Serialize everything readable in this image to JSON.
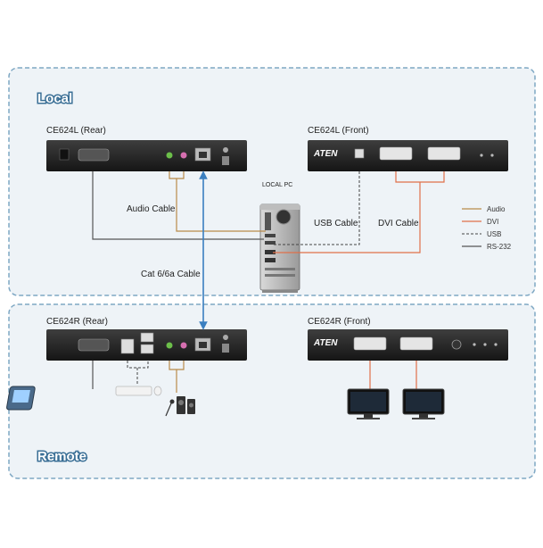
{
  "zones": {
    "local": "Local",
    "remote": "Remote"
  },
  "devices": {
    "local_rear": "CE624L (Rear)",
    "local_front": "CE624L (Front)",
    "remote_rear": "CE624R (Rear)",
    "remote_front": "CE624R (Front)",
    "local_pc": "LOCAL PC",
    "brand": "ATEN"
  },
  "cables": {
    "audio": "Audio Cable",
    "usb": "USB Cable",
    "dvi": "DVI Cable",
    "cat": "Cat 6/6a Cable"
  },
  "legend": [
    {
      "label": "Audio",
      "color": "#b98a4a",
      "style": "solid"
    },
    {
      "label": "DVI",
      "color": "#e0704a",
      "style": "solid"
    },
    {
      "label": "USB",
      "color": "#444444",
      "style": "dashed"
    },
    {
      "label": "RS-232",
      "color": "#555555",
      "style": "solid"
    }
  ],
  "colors": {
    "zone_border": "#7fa8c4",
    "zone_fill": "#eef3f7",
    "device": "#2b2b2b",
    "cat_link": "#3a7fc0"
  }
}
